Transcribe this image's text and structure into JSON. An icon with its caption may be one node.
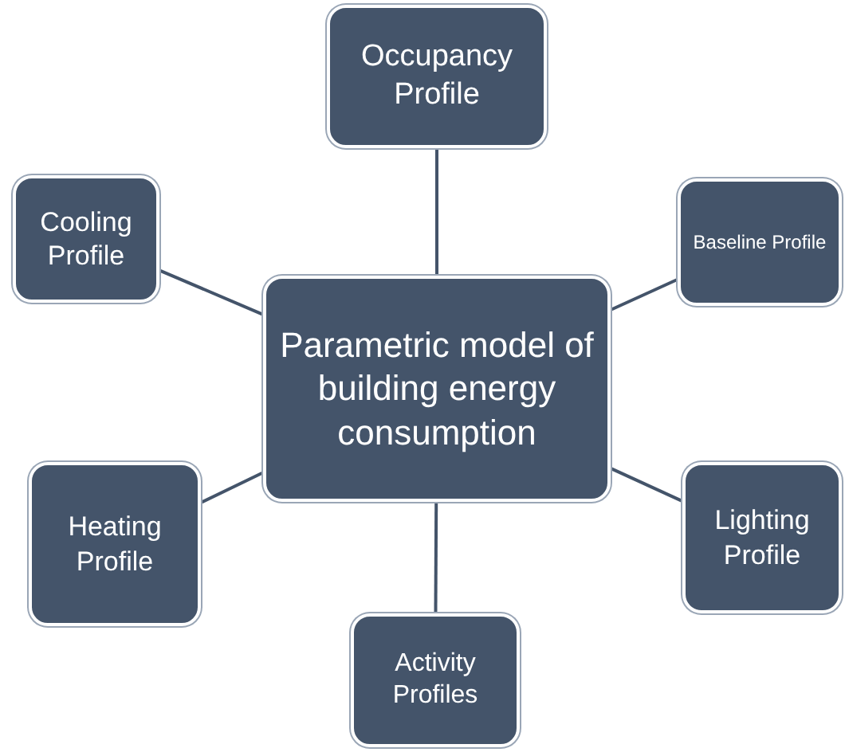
{
  "diagram": {
    "nodes": [
      {
        "text": [
          "Occupancy Profile"
        ]
      },
      {
        "text": [
          "Cooling Profile"
        ]
      },
      {
        "text": [
          "Baseline Profile"
        ]
      },
      {
        "text": [
          "Parametric model of building energy consumption"
        ]
      },
      {
        "text": [
          "Heating Profile"
        ]
      },
      {
        "text": [
          "Lighting Profile"
        ]
      },
      {
        "text": [
          "Activity Profiles"
        ]
      }
    ],
    "edges": [
      {
        "from": 3,
        "to": 0,
        "arrow": "none"
      },
      {
        "from": 3,
        "to": 1,
        "arrow": "none"
      },
      {
        "from": 3,
        "to": 2,
        "arrow": "none"
      },
      {
        "from": 3,
        "to": 4,
        "arrow": "none"
      },
      {
        "from": 3,
        "to": 5,
        "arrow": "none"
      },
      {
        "from": 3,
        "to": 6,
        "arrow": "none"
      }
    ]
  }
}
